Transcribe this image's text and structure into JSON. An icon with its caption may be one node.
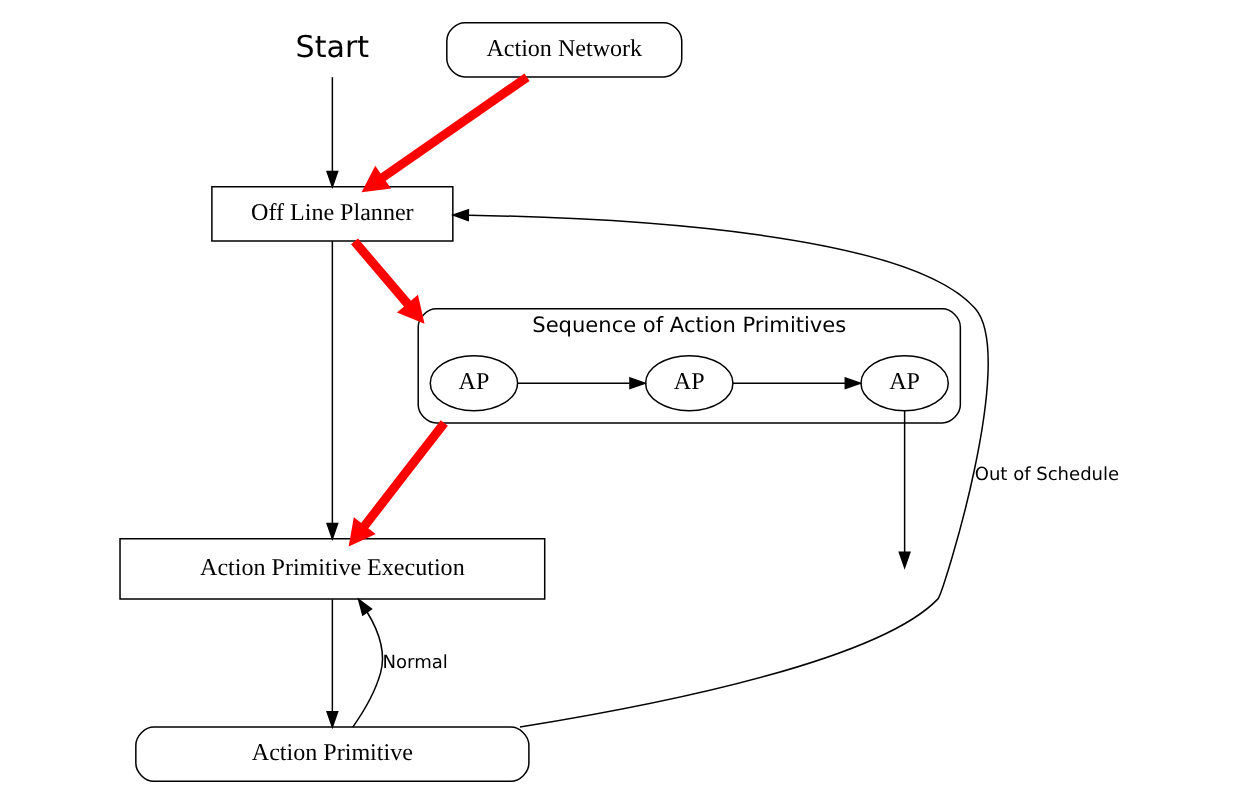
{
  "diagram": {
    "nodes": [
      {
        "text": [
          "Start"
        ]
      },
      {
        "text": [
          "Action Network"
        ]
      },
      {
        "text": [
          "Off Line Planner"
        ]
      },
      {
        "text": [
          "Sequence of Action Primitives"
        ]
      },
      {
        "text": [
          "AP"
        ],
        "in": 3
      },
      {
        "text": [
          "AP"
        ],
        "in": 3
      },
      {
        "text": [
          "AP"
        ],
        "in": 3
      },
      {
        "text": [
          "Action Primitive Execution"
        ]
      },
      {
        "text": [
          "Action Primitive"
        ]
      }
    ],
    "edges": [
      {
        "from": 0,
        "to": 2,
        "arrow": "to"
      },
      {
        "from": 1,
        "to": 2,
        "arrow": "to",
        "style": "thick",
        "color": "#ff0000"
      },
      {
        "from": 2,
        "to": 3,
        "arrow": "to",
        "style": "thick",
        "color": "#ff0000"
      },
      {
        "from": 2,
        "to": 7,
        "arrow": "to"
      },
      {
        "from": 3,
        "to": 7,
        "arrow": "to",
        "style": "thick",
        "color": "#ff0000"
      },
      {
        "from": 4,
        "to": 5,
        "arrow": "to"
      },
      {
        "from": 5,
        "to": 6,
        "arrow": "to"
      },
      {
        "from": 6,
        "to": null,
        "arrow": "to"
      },
      {
        "from": 7,
        "to": 8,
        "arrow": "to"
      },
      {
        "from": 8,
        "to": 2,
        "arrow": "to",
        "label": "Out of Schedule"
      },
      {
        "from": 8,
        "to": 7,
        "arrow": "to",
        "label": "Normal"
      }
    ]
  }
}
